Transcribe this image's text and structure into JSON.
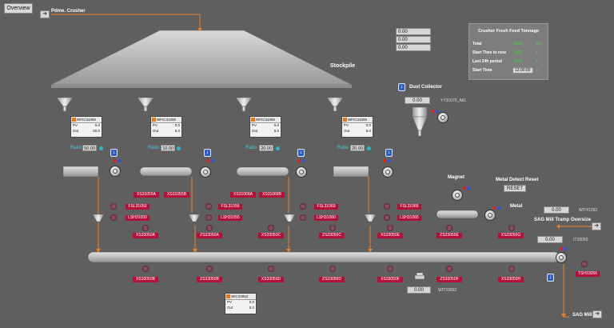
{
  "header": {
    "overview_button": "Overview",
    "source_label": "Pdme. Crusher"
  },
  "top_values": [
    "0.00",
    "0.00",
    "0.00"
  ],
  "stockpile": {
    "label": "Stockpile"
  },
  "dust_collector": {
    "label": "Dust Collector",
    "value": "0.00",
    "tag": "YY31070_Alt1"
  },
  "tonnage_panel": {
    "title": "Crusher Fresh Feed Tonnage",
    "rows": [
      {
        "label": "Total",
        "value": "0.00",
        "unit": "t/h"
      },
      {
        "label": "Start Time to now",
        "value": "0.00",
        "unit": "t"
      },
      {
        "label": "Last 24h period",
        "value": "0.00",
        "unit": "t"
      },
      {
        "label": "Start Time",
        "value": "12:00:00",
        "unit": "h"
      }
    ]
  },
  "feeders": [
    {
      "faceplate": {
        "name": "WFIC31050",
        "pv_label": "PV",
        "pv": "0.0",
        "out_label": "Out",
        "out": "50.0"
      },
      "ratio_label": "Ratio",
      "ratio": "50.00",
      "tags_top": [
        "XS31055A",
        "XS31055B"
      ],
      "fsl": "FSL31050",
      "lsh": "LSH31050",
      "zs": "XS33050A",
      "zs_bottom": "XS33050B"
    },
    {
      "faceplate": {
        "name": "WFIC31055",
        "pv_label": "PV",
        "pv": "0.0",
        "out_label": "Out",
        "out": "5.0"
      },
      "ratio_label": "Ratio",
      "ratio": "10.00",
      "tags_top": [],
      "fsl": "FSL31055",
      "lsh": "LSH31055",
      "zs": "ZS33050A",
      "zs_bottom": "ZS33050B"
    },
    {
      "faceplate": {
        "name": "WFIC31060",
        "pv_label": "PV",
        "pv": "0.0",
        "out_label": "Out",
        "out": "5.0"
      },
      "ratio_label": "Ratio",
      "ratio": "20.00",
      "tags_top": [
        "XS31068A",
        "XS31068B"
      ],
      "fsl": "FSL31060",
      "lsh": "LSH31060",
      "zs": "XS33050C",
      "zs_bottom": "XS33050D"
    },
    {
      "faceplate": {
        "name": "WFIC31065",
        "pv_label": "PV",
        "pv": "0.0",
        "out_label": "Out",
        "out": "5.0"
      },
      "ratio_label": "Ratio",
      "ratio": "20.00",
      "tags_top": [],
      "fsl": "FSL31065",
      "lsh": "LSH31065",
      "zs": "ZS33050C",
      "zs_bottom": "ZS33050D"
    }
  ],
  "magnet": {
    "label": "Magnet",
    "tag_e": "XS33050E",
    "zs_e": "ZS33050E",
    "tag_f": "XS33050F",
    "zs_f": "ZS33050F"
  },
  "metal": {
    "detect_reset_label": "Metal Detect Reset",
    "reset_button": "RESET",
    "label": "Metal",
    "tag_g": "XS33050G",
    "tag_h": "XS33050H"
  },
  "wit41292": {
    "value": "0.00",
    "tag": "WIT41292"
  },
  "tramp": {
    "label": "SAG Mill Tramp Oversize"
  },
  "it33050": {
    "value": "0.00",
    "tag": "IT33050"
  },
  "tsh": {
    "tag": "TSH33050"
  },
  "weigher": {
    "value": "0.00",
    "tag": "WIT33052"
  },
  "bottom_faceplate": {
    "name": "WIC33052",
    "pv_label": "PV",
    "pv": "0.0",
    "out_label": "Out",
    "out": "5.0"
  },
  "sag_mill": {
    "label": "SAG Mill"
  },
  "colors": {
    "background": "#5f5f5f",
    "pipe": "#e8822a",
    "alarm_tag": "#b3103a",
    "value_green": "#40e040",
    "ratio_cyan": "#3fd0e0"
  }
}
